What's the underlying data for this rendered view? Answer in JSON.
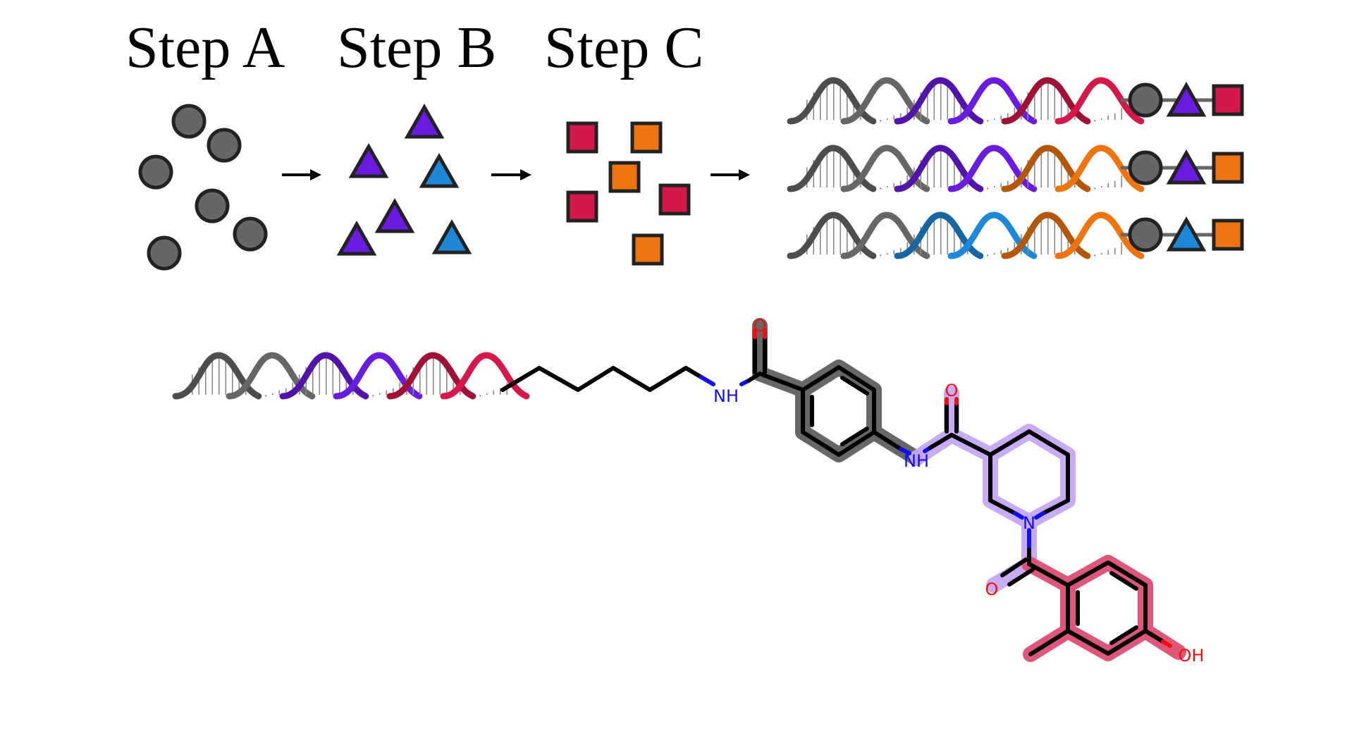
{
  "steps": {
    "a_label": "Step A",
    "b_label": "Step B",
    "c_label": "Step C"
  },
  "colors": {
    "grey": "#666666",
    "purple": "#6a1be0",
    "blue": "#1e88d8",
    "crimson": "#d5174a",
    "orange": "#ee7410",
    "outline": "#222222",
    "hl_grey": "#5f5f5f",
    "hl_lavender": "#c5a8f4",
    "hl_pink": "#dd4d72"
  },
  "shapes": {
    "step_a": "circle",
    "step_b": "triangle",
    "step_c": "square"
  },
  "library": [
    {
      "segments": [
        "grey",
        "purple",
        "crimson"
      ],
      "building_blocks": [
        "circle-grey",
        "triangle-purple",
        "square-crimson"
      ]
    },
    {
      "segments": [
        "grey",
        "purple",
        "orange"
      ],
      "building_blocks": [
        "circle-grey",
        "triangle-purple",
        "square-orange"
      ]
    },
    {
      "segments": [
        "grey",
        "blue",
        "orange"
      ],
      "building_blocks": [
        "circle-grey",
        "triangle-blue",
        "square-orange"
      ]
    }
  ],
  "molecule": {
    "labels": {
      "o_top": "O",
      "nh_linker": "NH",
      "nh_amide": "NH",
      "o_amide": "O",
      "n_ring": "N",
      "o_lower": "O",
      "oh": "OH"
    }
  }
}
